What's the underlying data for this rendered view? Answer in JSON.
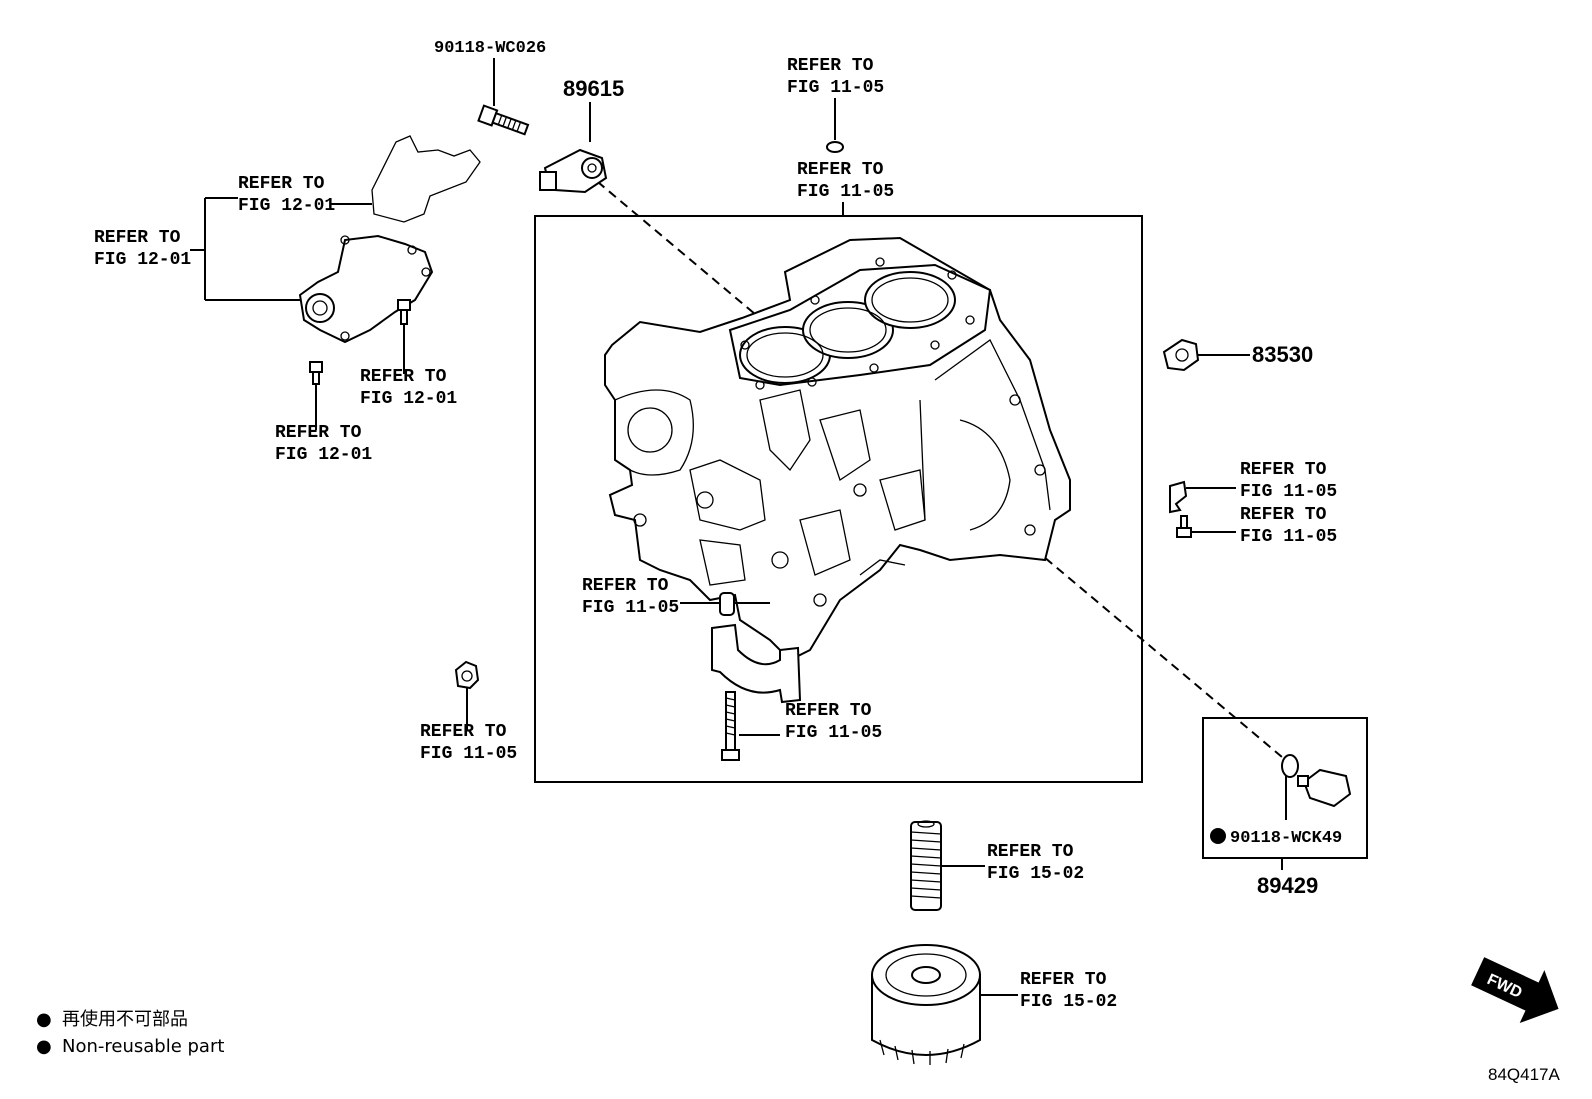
{
  "callouts": {
    "refer_a": [
      "REFER TO",
      "FIG 11-05"
    ],
    "refer_b": [
      "REFER TO",
      "FIG 11-05"
    ],
    "refer_c": [
      "REFER TO",
      "FIG 12-01"
    ],
    "refer_d": [
      "REFER TO",
      "FIG 12-01"
    ],
    "refer_e": [
      "REFER TO",
      "FIG 12-01"
    ],
    "refer_f": [
      "REFER TO",
      "FIG 12-01"
    ],
    "refer_g": [
      "REFER TO",
      "FIG 11-05"
    ],
    "refer_h": [
      "REFER TO",
      "FIG 11-05"
    ],
    "refer_i": [
      "REFER TO",
      "FIG 11-05"
    ],
    "refer_j": [
      "REFER TO",
      "FIG 11-05"
    ],
    "refer_k": [
      "REFER TO",
      "FIG 11-05"
    ],
    "refer_l": [
      "REFER TO",
      "FIG 15-02"
    ],
    "refer_m": [
      "REFER TO",
      "FIG 15-02"
    ]
  },
  "parts": {
    "bolt_top": "90118-WC026",
    "knock_sensor": "89615",
    "pressure_switch": "83530",
    "temp_sensor": "89429",
    "temp_sensor_gasket": "90118-WCK49"
  },
  "legend": {
    "bullet": "●",
    "japanese": "再使用不可部品",
    "english": "Non-reusable part"
  },
  "fwd": "FWD",
  "diagram_code": "84Q417A"
}
